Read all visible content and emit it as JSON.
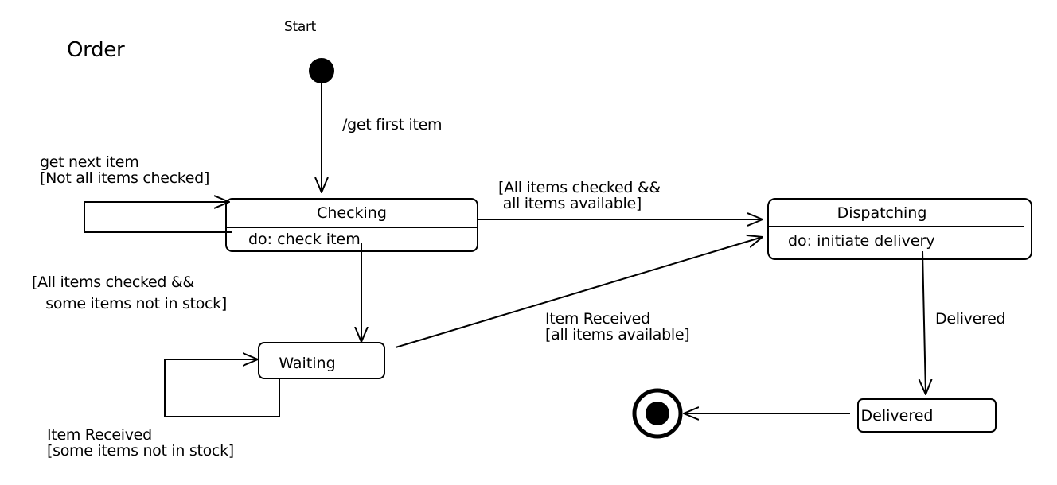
{
  "diagram": {
    "title": "Order",
    "start_label": "Start",
    "states": {
      "checking": {
        "name": "Checking",
        "activity": "do: check item"
      },
      "dispatching": {
        "name": "Dispatching",
        "activity": "do: initiate delivery"
      },
      "waiting": {
        "name": "Waiting"
      },
      "delivered": {
        "name": "Delivered"
      }
    },
    "transitions": {
      "start_to_checking": "/get first item",
      "checking_self": {
        "line1": "get next item",
        "line2": "[Not all items checked]"
      },
      "checking_to_dispatching": {
        "line1": "[All items checked &&",
        "line2": " all items available]"
      },
      "checking_to_waiting": {
        "line1": "[All items checked &&",
        "line2": "   some items not in stock]"
      },
      "waiting_to_dispatching": {
        "line1": "Item Received",
        "line2": "[all items available]"
      },
      "waiting_self": {
        "line1": "Item Received",
        "line2": "[some items not in stock]"
      },
      "dispatching_to_delivered": "Delivered"
    }
  }
}
